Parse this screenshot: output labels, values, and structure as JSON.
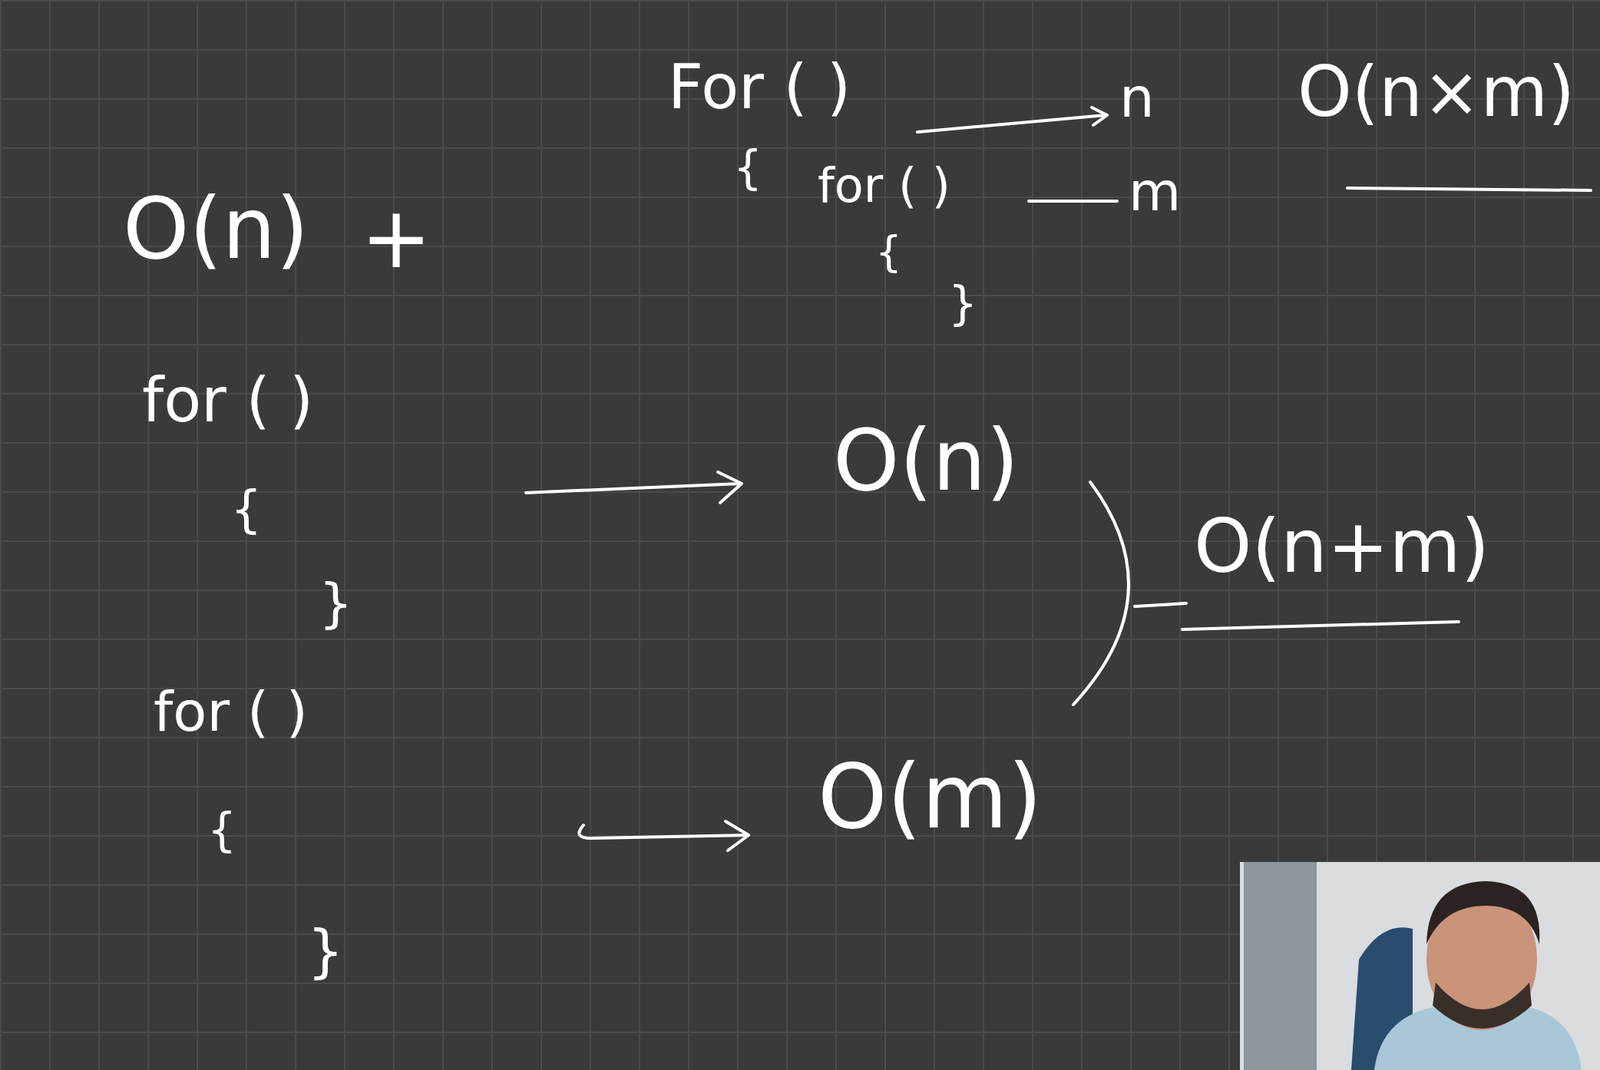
{
  "diagram": {
    "labels": [
      "For ( )",
      "n",
      "O(n×m)",
      "{",
      "for ( )",
      "m",
      "{",
      "}",
      "O(n)",
      "+",
      "for ( )",
      "{",
      "}",
      "O(n)",
      "O(n+m)",
      "for ( )",
      "{",
      "}",
      "O(m)"
    ]
  }
}
